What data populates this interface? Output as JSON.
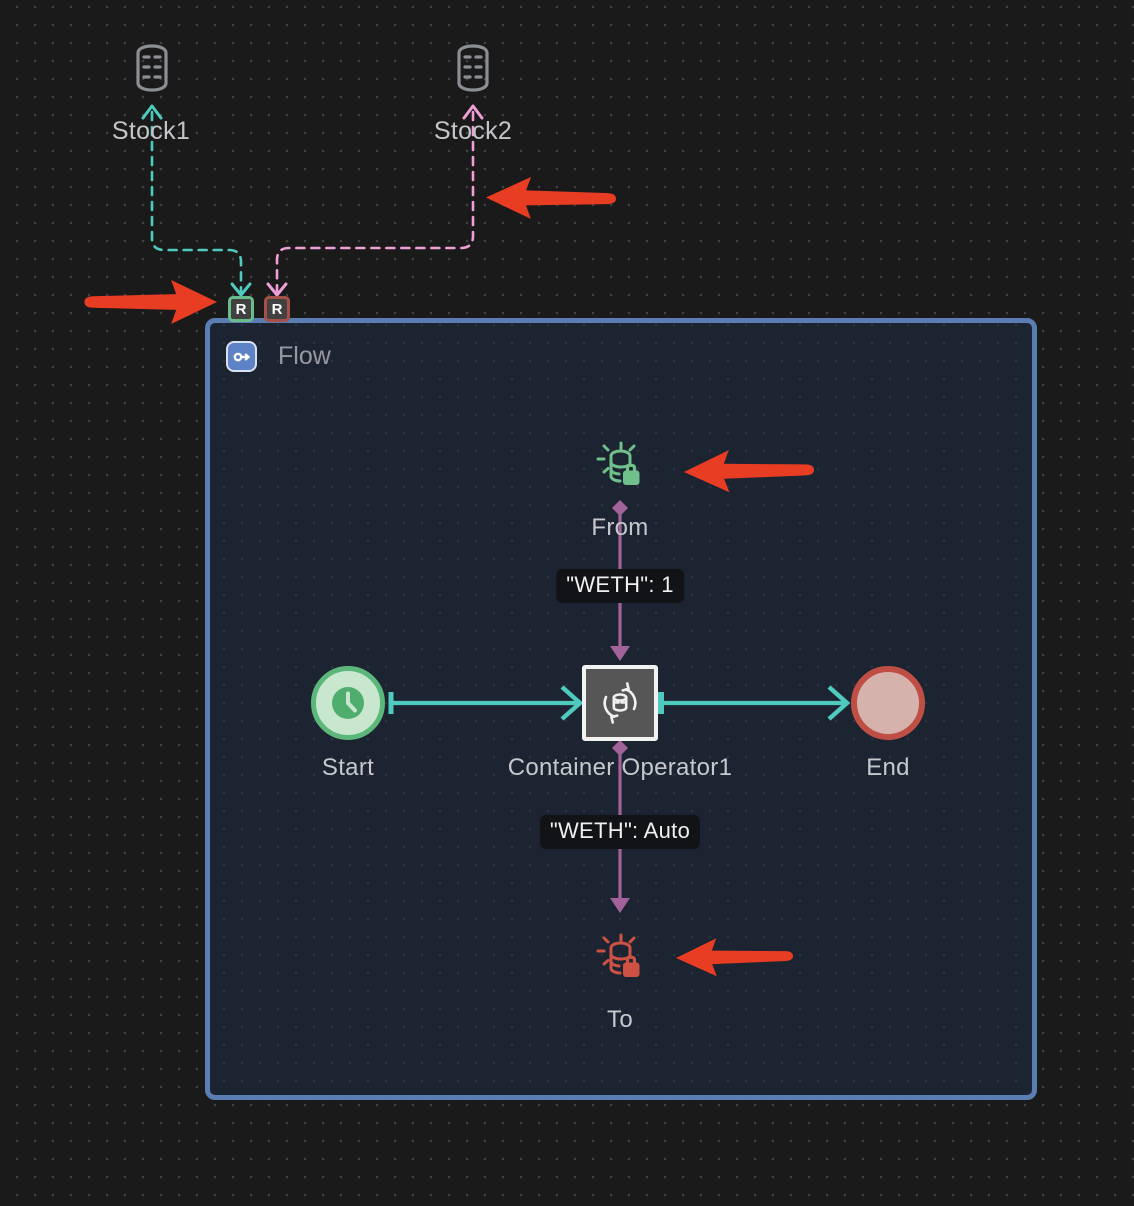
{
  "colors": {
    "background": "#1a1a1b",
    "panel_border": "#5a7eb4",
    "panel_bg": "#1d2431",
    "teal_edge": "#4fcabe",
    "pink_edge": "#ef9ed7",
    "purple_edge": "#a2639c",
    "green_node": "#6fc08b",
    "red_node": "#cf5144",
    "annotation_arrow_red": "#e93d23",
    "start_border": "#5cb87a",
    "end_border": "#bf4f45",
    "stock_icon_gray": "#8b8f94"
  },
  "stocks": {
    "stock1": {
      "label": "Stock1"
    },
    "stock2": {
      "label": "Stock2"
    }
  },
  "badges": {
    "green": {
      "label": "R"
    },
    "red": {
      "label": "R"
    }
  },
  "flow_panel": {
    "title": "Flow"
  },
  "nodes": {
    "from": {
      "label": "From"
    },
    "start": {
      "label": "Start"
    },
    "operator": {
      "label": "Container Operator1"
    },
    "end": {
      "label": "End"
    },
    "to": {
      "label": "To"
    }
  },
  "edge_labels": {
    "from_operator": "\"WETH\": 1",
    "operator_to": "\"WETH\": Auto"
  }
}
